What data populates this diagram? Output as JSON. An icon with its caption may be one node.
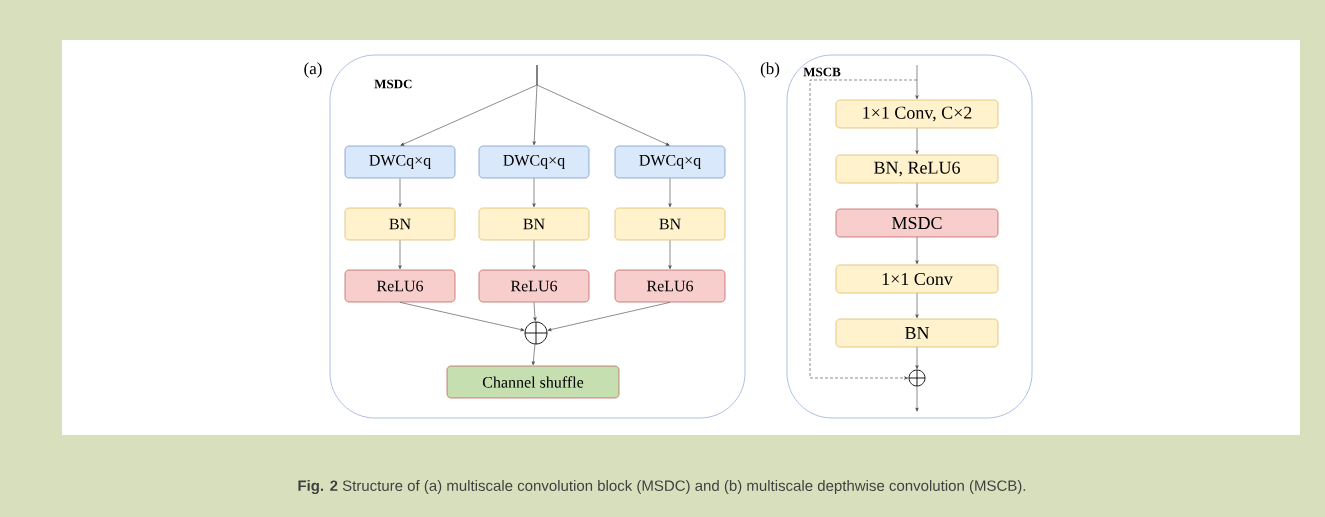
{
  "diagram": {
    "caption": "**Fig. 2**  Structure of (a) multiscale convolution block (MSDC) and (b) multiscale depthwise convolution (MSCB).",
    "nodes": [
      {
        "text": [
          "MSDC"
        ]
      },
      {
        "text": [
          "MSCB"
        ]
      },
      {
        "text": [
          "DWCq×q"
        ],
        "in": 0
      },
      {
        "text": [
          "DWCq×q"
        ],
        "in": 0
      },
      {
        "text": [
          "DWCq×q"
        ],
        "in": 0
      },
      {
        "text": [
          "BN"
        ],
        "in": 0
      },
      {
        "text": [
          "BN"
        ],
        "in": 0
      },
      {
        "text": [
          "BN"
        ],
        "in": 0
      },
      {
        "text": [
          "ReLU6"
        ],
        "in": 0
      },
      {
        "text": [
          "ReLU6"
        ],
        "in": 0
      },
      {
        "text": [
          "ReLU6"
        ],
        "in": 0
      },
      {
        "text": [],
        "shape": "circle",
        "in": 0
      },
      {
        "text": [
          "Channel shuffle"
        ],
        "in": 0
      },
      {
        "text": [
          "1×1 Conv, C×2"
        ],
        "in": 1
      },
      {
        "text": [
          "BN, ReLU6"
        ],
        "in": 1
      },
      {
        "text": [
          "MSDC"
        ],
        "in": 1
      },
      {
        "text": [
          "1×1 Conv"
        ],
        "in": 1
      },
      {
        "text": [
          "BN"
        ],
        "in": 1
      },
      {
        "text": [],
        "shape": "circle",
        "in": 1
      }
    ],
    "edges": [
      {
        "from": null,
        "to": 2,
        "arrow": "to"
      },
      {
        "from": null,
        "to": 3,
        "arrow": "to"
      },
      {
        "from": null,
        "to": 4,
        "arrow": "to"
      },
      {
        "from": 2,
        "to": 5,
        "arrow": "to"
      },
      {
        "from": 3,
        "to": 6,
        "arrow": "to"
      },
      {
        "from": 4,
        "to": 7,
        "arrow": "to"
      },
      {
        "from": 5,
        "to": 8,
        "arrow": "to"
      },
      {
        "from": 6,
        "to": 9,
        "arrow": "to"
      },
      {
        "from": 7,
        "to": 10,
        "arrow": "to"
      },
      {
        "from": 8,
        "to": 11,
        "arrow": "to"
      },
      {
        "from": 9,
        "to": 11,
        "arrow": "to"
      },
      {
        "from": 10,
        "to": 11,
        "arrow": "to"
      },
      {
        "from": 11,
        "to": 12,
        "arrow": "to"
      },
      {
        "from": null,
        "to": 13,
        "arrow": "to"
      },
      {
        "from": null,
        "to": 18,
        "arrow": "to",
        "style": "dashed"
      },
      {
        "from": 13,
        "to": 14,
        "arrow": "to"
      },
      {
        "from": 14,
        "to": 15,
        "arrow": "to"
      },
      {
        "from": 15,
        "to": 16,
        "arrow": "to"
      },
      {
        "from": 16,
        "to": 17,
        "arrow": "to"
      },
      {
        "from": 17,
        "to": 18,
        "arrow": "to"
      },
      {
        "from": 18,
        "to": null,
        "arrow": "to"
      }
    ],
    "labels": [
      "(a)",
      "(b)"
    ]
  }
}
